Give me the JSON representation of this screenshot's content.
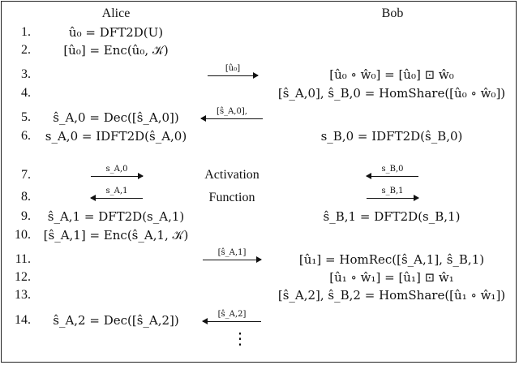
{
  "headers": {
    "alice": "Alice",
    "bob": "Bob"
  },
  "middle_labels": {
    "activation": "Activation",
    "function": "Function"
  },
  "steps": [
    {
      "num": "1.",
      "alice": "û₀ = DFT2D(U)",
      "arrow": "",
      "arrow_dir": "",
      "bob": ""
    },
    {
      "num": "2.",
      "alice": "[û₀] = Enc(û₀, 𝒦)",
      "arrow": "",
      "arrow_dir": "",
      "bob": ""
    },
    {
      "num": "3.",
      "alice": "",
      "arrow": "[û₀]",
      "arrow_dir": "right",
      "bob": "[û₀ ∘ ŵ₀] = [û₀] ⊡ ŵ₀"
    },
    {
      "num": "4.",
      "alice": "",
      "arrow": "",
      "arrow_dir": "",
      "bob": "[ŝ_A,0], ŝ_B,0 = HomShare([û₀ ∘ ŵ₀])"
    },
    {
      "num": "5.",
      "alice": "ŝ_A,0 = Dec([ŝ_A,0])",
      "arrow": "[ŝ_A,0],",
      "arrow_dir": "left",
      "bob": ""
    },
    {
      "num": "6.",
      "alice": "s_A,0 = IDFT2D(ŝ_A,0)",
      "arrow": "",
      "arrow_dir": "",
      "bob": "s_B,0 = IDFT2D(ŝ_B,0)"
    },
    {
      "num": "7.",
      "alice": "",
      "arrow": "s_A,0",
      "arrow_dir": "right",
      "bob": ""
    },
    {
      "num": "8.",
      "alice": "",
      "arrow": "s_A,1",
      "arrow_dir": "left",
      "bob": ""
    },
    {
      "num": "9.",
      "alice": "ŝ_A,1 = DFT2D(s_A,1)",
      "arrow": "",
      "arrow_dir": "",
      "bob": "ŝ_B,1 = DFT2D(s_B,1)"
    },
    {
      "num": "10.",
      "alice": "[ŝ_A,1] = Enc(ŝ_A,1, 𝒦)",
      "arrow": "",
      "arrow_dir": "",
      "bob": ""
    },
    {
      "num": "11.",
      "alice": "",
      "arrow": "[ŝ_A,1]",
      "arrow_dir": "right",
      "bob": "[û₁] = HomRec([ŝ_A,1], ŝ_B,1)"
    },
    {
      "num": "12.",
      "alice": "",
      "arrow": "",
      "arrow_dir": "",
      "bob": "[û₁ ∘ ŵ₁] = [û₁] ⊡ ŵ₁"
    },
    {
      "num": "13.",
      "alice": "",
      "arrow": "",
      "arrow_dir": "",
      "bob": "[ŝ_A,2], ŝ_B,2 = HomShare([û₁ ∘ ŵ₁])"
    },
    {
      "num": "14.",
      "alice": "ŝ_A,2 = Dec([ŝ_A,2])",
      "arrow": "[ŝ_A,2]",
      "arrow_dir": "left",
      "bob": ""
    }
  ],
  "bob_side_arrows": [
    {
      "row": 7,
      "label": "s_B,0",
      "dir": "left"
    },
    {
      "row": 8,
      "label": "s_B,1",
      "dir": "right"
    }
  ],
  "continuation": "⋮"
}
